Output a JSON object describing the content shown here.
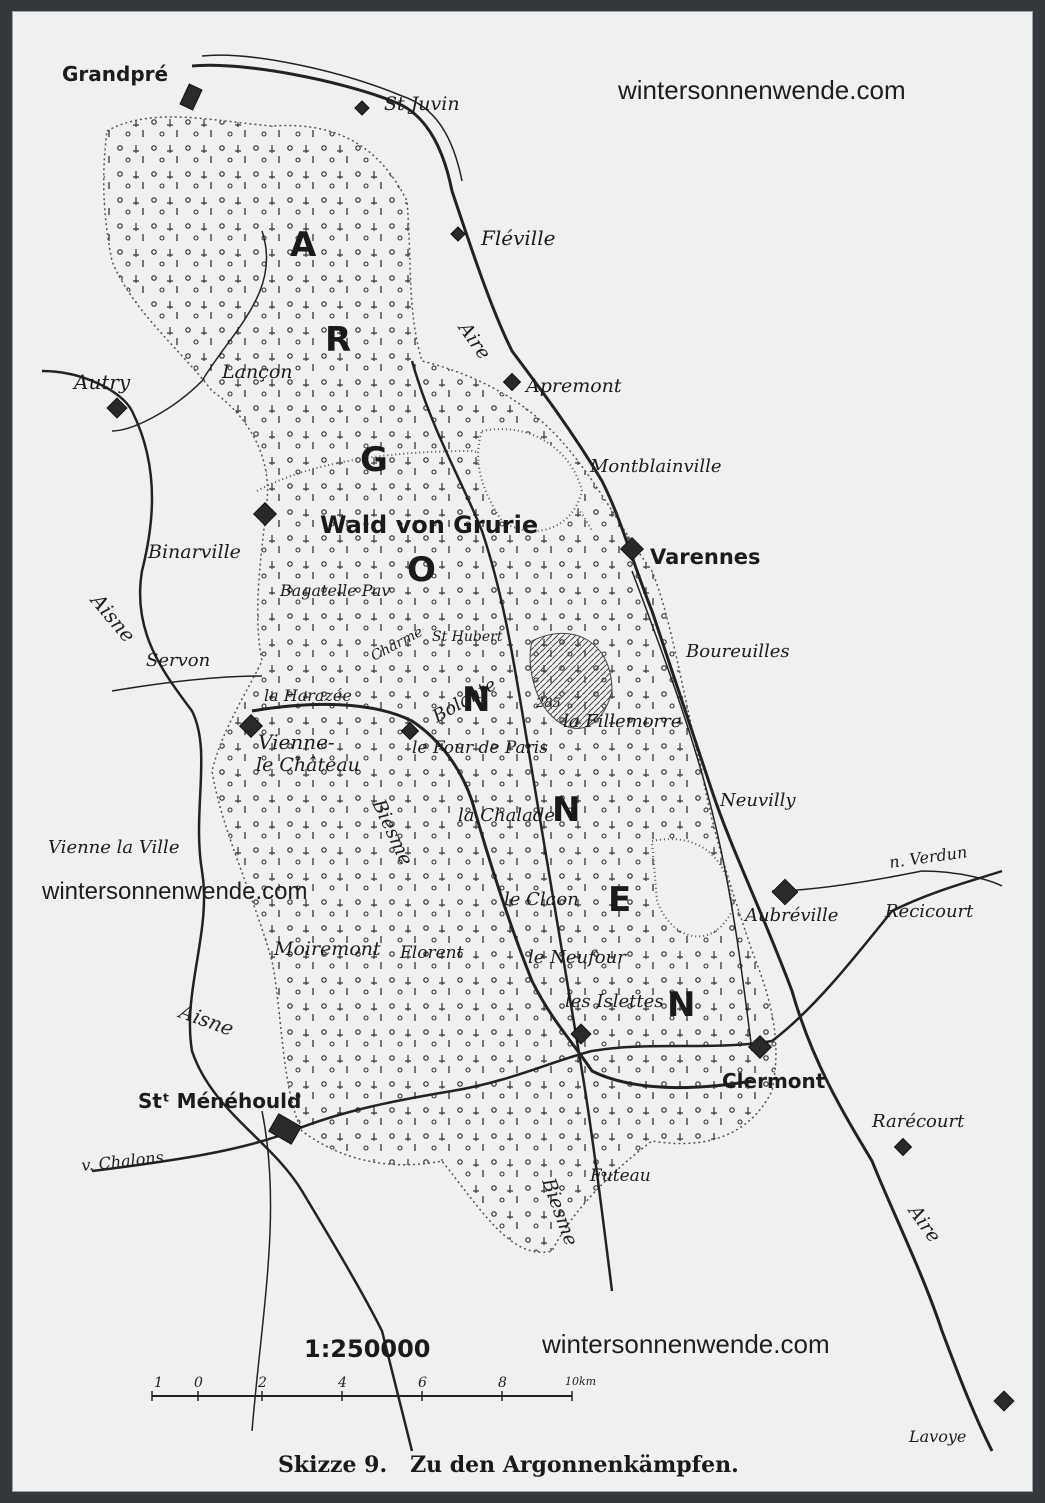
{
  "map": {
    "watermarks": [
      "wintersonnenwende.com",
      "wintersonnenwende.com",
      "wintersonnenwende.com"
    ],
    "region_letters": [
      "A",
      "R",
      "G",
      "O",
      "N",
      "N",
      "E",
      "N"
    ],
    "forest_label": "Wald von Grurie",
    "places": [
      "Grandpré",
      "St Juvin",
      "Fléville",
      "Apremont",
      "Montblainville",
      "Autry",
      "Lançon",
      "Binarville",
      "Varennes",
      "Bagatelle Pav",
      "Servon",
      "Boureuilles",
      "Charme",
      "St Hubert",
      "la Harazée",
      "Bolante",
      "285",
      "la Fillemorre",
      "Vienne-",
      "le Château",
      "le Four de Paris",
      "la Chalade",
      "Neuvilly",
      "Vienne la Ville",
      "le Claon",
      "n. Verdun",
      "Aubréville",
      "Récicourt",
      "Moiremont",
      "Florent",
      "le Neufour",
      "les Islettes",
      "Clermont",
      "Stᵗ Ménéhould",
      "Rarécourt",
      "v. Chalons",
      "Futeau",
      "Lavoye"
    ],
    "rivers": [
      "Aire",
      "Aisne",
      "Aisne",
      "Biesme",
      "Biesme",
      "Aire"
    ],
    "scale": {
      "ratio": "1:250000",
      "ticks": [
        "1",
        "0",
        "2",
        "4",
        "6",
        "8",
        "10km"
      ]
    },
    "caption": "Skizze 9.   Zu den Argonnenkämpfen."
  }
}
